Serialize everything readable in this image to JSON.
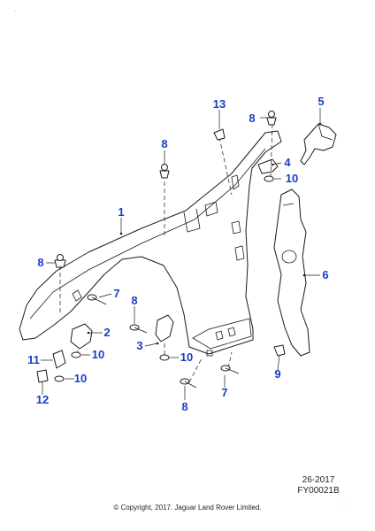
{
  "diagram": {
    "callouts": [
      "1",
      "2",
      "3",
      "4",
      "5",
      "6",
      "7",
      "7",
      "8",
      "8",
      "8",
      "8",
      "9",
      "10",
      "10",
      "10",
      "10",
      "11",
      "12",
      "13"
    ],
    "ref_year": "26-2017",
    "ref_code": "FY00021B",
    "copyright": "© Copyright, 2017. Jaguar Land Rover Limited.",
    "accent_color": "#1a3cc8"
  }
}
